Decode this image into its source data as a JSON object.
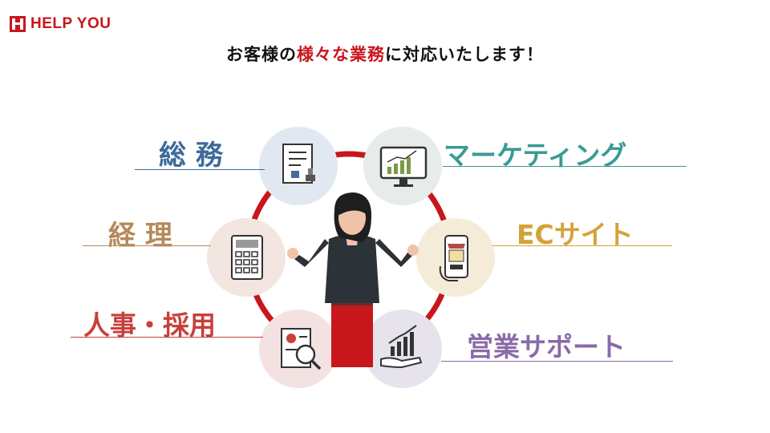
{
  "brand": {
    "name": "HELP YOU",
    "color": "#c8161d"
  },
  "headline": {
    "part1": "お客様の",
    "highlight": "様々な業務",
    "part2": "に対応いたします！"
  },
  "services": {
    "general_affairs": {
      "label": "総 務",
      "color": "#3d6a9a",
      "icon": "document-stamp-icon"
    },
    "accounting": {
      "label": "経 理",
      "color": "#b58a5a",
      "icon": "calculator-icon"
    },
    "hr": {
      "label": "人事・採用",
      "color": "#c8403a",
      "icon": "resume-magnifier-icon"
    },
    "marketing": {
      "label": "マーケティング",
      "color": "#3a9a95",
      "icon": "monitor-chart-icon"
    },
    "ec": {
      "label": "ECサイト",
      "color": "#d4a23a",
      "icon": "smartphone-shop-icon"
    },
    "sales": {
      "label": "営業サポート",
      "color": "#8a6aa8",
      "icon": "hand-growth-chart-icon"
    }
  }
}
